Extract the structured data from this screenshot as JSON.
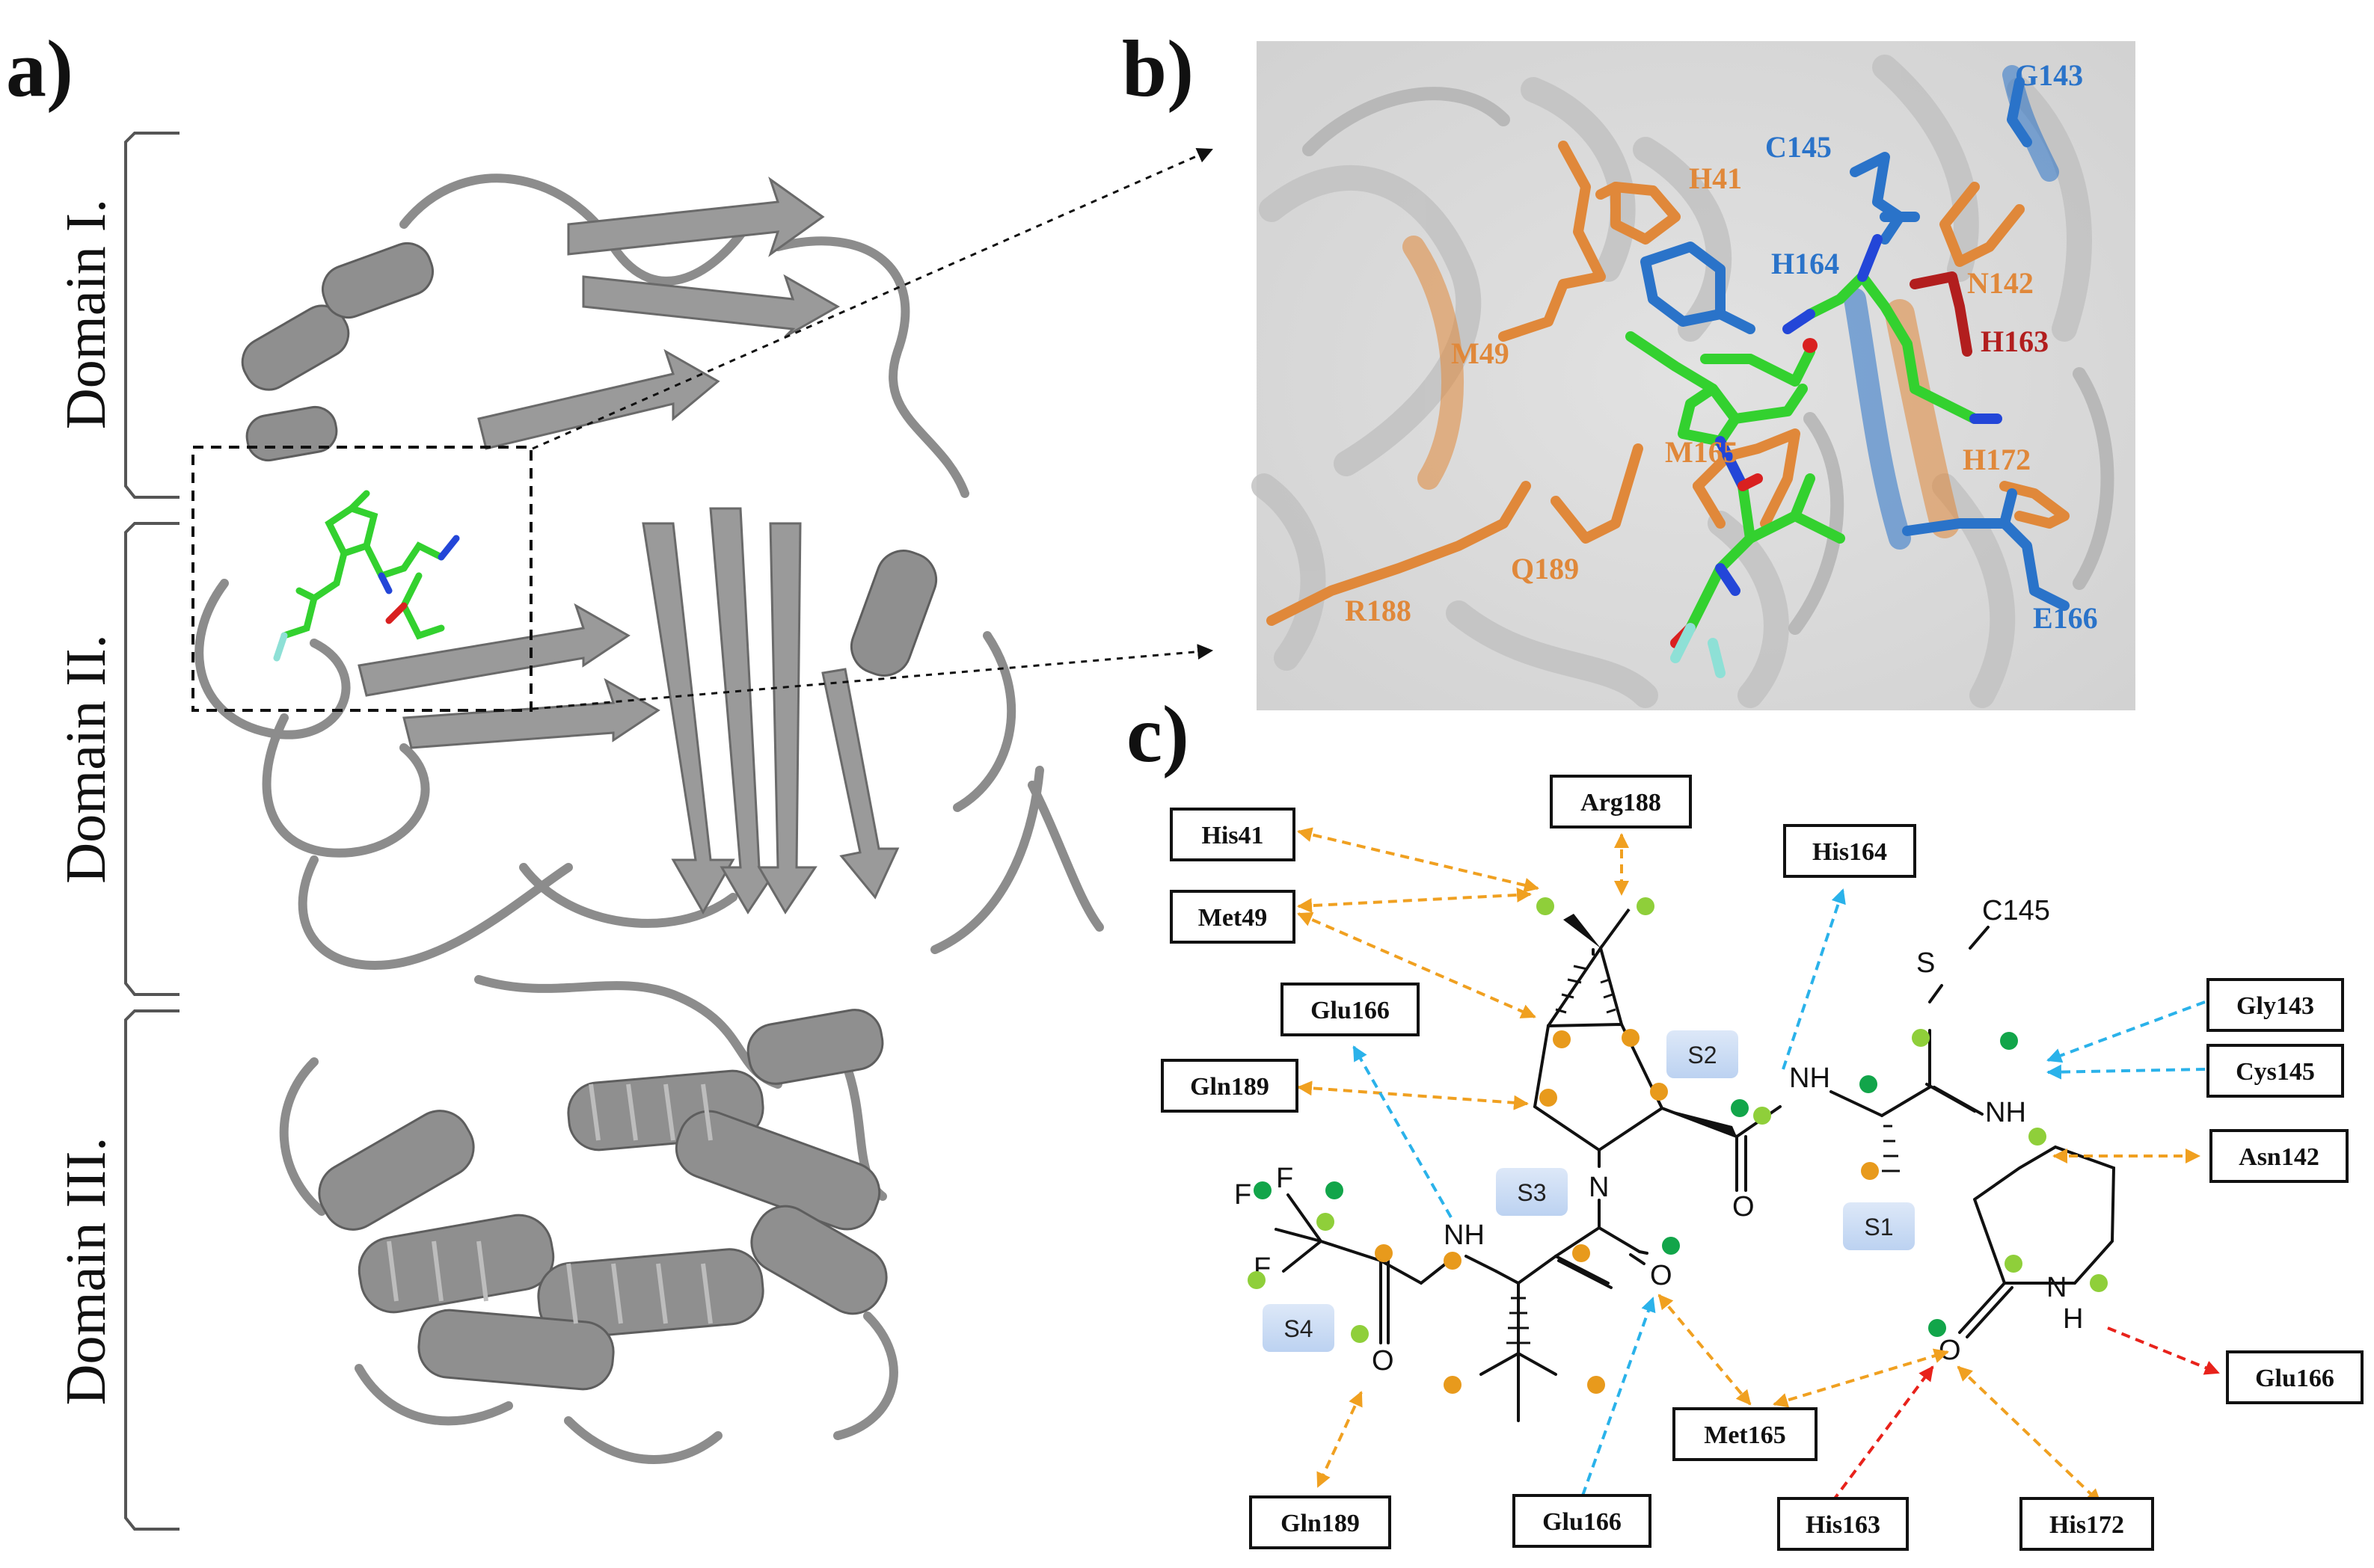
{
  "panels": {
    "a": "a)",
    "b": "b)",
    "c": "c)"
  },
  "domains": [
    "Domain I.",
    "Domain II.",
    "Domain III."
  ],
  "panel_b_residues": {
    "H41": "H41",
    "C145": "C145",
    "G143": "G143",
    "H164": "H164",
    "N142": "N142",
    "H163": "H163",
    "M49": "M49",
    "M165": "M165",
    "H172": "H172",
    "Q189": "Q189",
    "R188": "R188",
    "E166": "E166"
  },
  "panel_b_colors": {
    "orange": "#E0883A",
    "blue": "#2A73C9",
    "red": "#B21E1E",
    "green": "#33D12F"
  },
  "panel_c_boxes": [
    "His41",
    "Met49",
    "Arg188",
    "His164",
    "Glu166",
    "Gln189",
    "Gly143",
    "Cys145",
    "Asn142",
    "Glu166",
    "Met165",
    "Gln189",
    "Glu166",
    "His163",
    "His172"
  ],
  "panel_c_atoms": {
    "c145": "C145",
    "s": "S",
    "nh_amide": "NH",
    "nh_imine": "NH",
    "n_ring": "N",
    "o_carbonyl": "O",
    "nh_left": "NH",
    "o_right": "O",
    "o_tfa": "O",
    "f1": "F",
    "f2": "F",
    "f3": "F",
    "o_lactam": "O",
    "nh_lactam_n": "N",
    "nh_lactam_h": "H"
  },
  "panel_c_sites": [
    "S2",
    "S3",
    "S1",
    "S4"
  ],
  "interaction_colors": {
    "hydrophobic": "#F0A020",
    "hbond_blue": "#2AB2EA",
    "hbond_red": "#E8221B",
    "dot_light": "#8FCF3A",
    "dot_dark": "#12A54A",
    "dot_orange": "#E89A1C",
    "site_bg": "#C9DBF4"
  }
}
